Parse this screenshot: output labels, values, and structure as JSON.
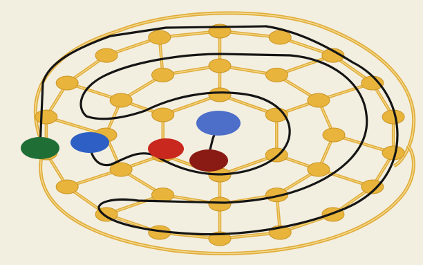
{
  "graph": {
    "edge_color": "#e0ad3c",
    "node_color": "#e8b43c",
    "path_color": "#151515",
    "background": "#f3efe0"
  },
  "special_nodes": [
    {
      "name": "green",
      "color": "#1f6e35"
    },
    {
      "name": "blue-outer",
      "color": "#2d5fc4"
    },
    {
      "name": "red-light",
      "color": "#c8281e"
    },
    {
      "name": "red-dark",
      "color": "#8a1a14"
    },
    {
      "name": "blue-center",
      "color": "#4d6fc9"
    }
  ]
}
